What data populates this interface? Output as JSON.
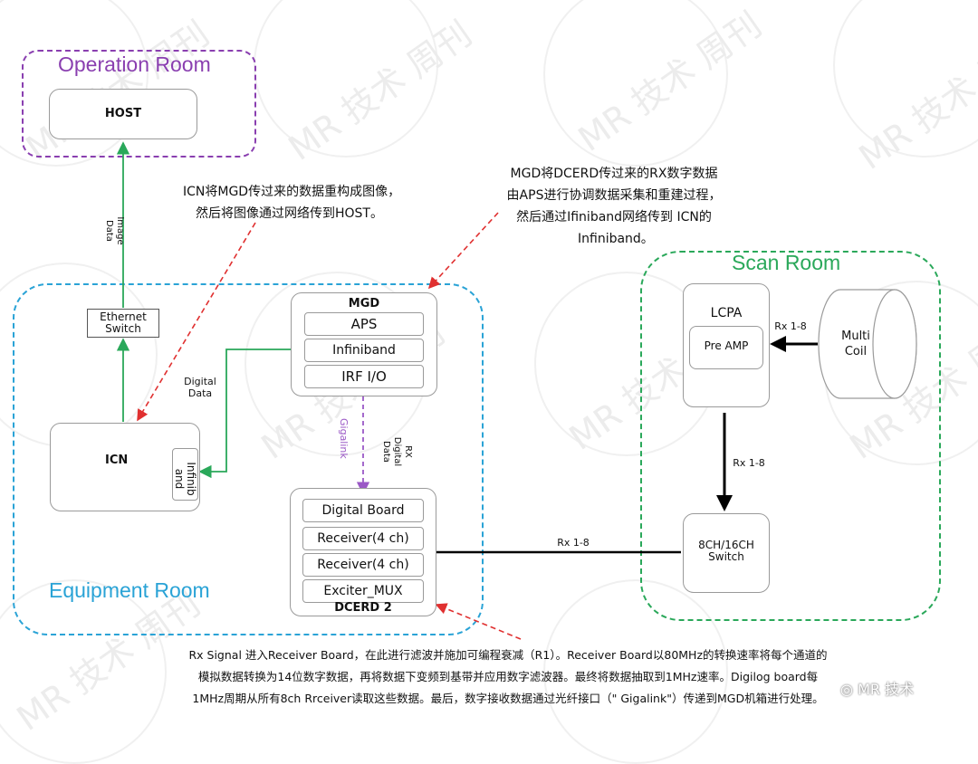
{
  "watermark": {
    "text": "MR 技术 周刊",
    "corner": "MR 技术"
  },
  "rooms": {
    "operation": {
      "title": "Operation Room",
      "color": "#8a3fb0"
    },
    "equipment": {
      "title": "Equipment Room",
      "color": "#2aa3d6"
    },
    "scan": {
      "title": "Scan Room",
      "color": "#2aa85a"
    }
  },
  "host": {
    "label": "HOST"
  },
  "ethernet_switch": {
    "line1": "Ethernet",
    "line2": "Switch"
  },
  "icn": {
    "label": "ICN",
    "port_line1": "Infinib",
    "port_line2": "and"
  },
  "mgd": {
    "title": "MGD",
    "items": [
      "APS",
      "Infiniband",
      "IRF  I/O"
    ]
  },
  "dcerd": {
    "title": "DCERD  2",
    "items": [
      "Digital Board",
      "Receiver(4 ch)",
      "Receiver(4 ch)",
      "Exciter_MUX"
    ]
  },
  "lcpa": {
    "title": "LCPA",
    "preamp": "Pre AMP"
  },
  "multicoil": {
    "line1": "Multi",
    "line2": "Coil"
  },
  "switch_8ch": {
    "line1": "8CH/16CH",
    "line2": "Switch"
  },
  "labels": {
    "image_data_1": "Image",
    "image_data_2": "Data",
    "digital_data_1": "Digital",
    "digital_data_2": "Data",
    "gigalink": "Gigalink",
    "rx_digital_1": "RX",
    "rx_digital_2": "Digital",
    "rx_digital_3": "Data",
    "rx_coil": "Rx 1-8",
    "rx_lcpa": "Rx 1-8",
    "rx_switch": "Rx 1-8"
  },
  "notes": {
    "icn_1": "ICN将MGD传过来的数据重构成图像，",
    "icn_2": "然后将图像通过网络传到HOST。",
    "mgd_1": "MGD将DCERD传过来的RX数字数据",
    "mgd_2": "由APS进行协调数据采集和重建过程，",
    "mgd_3": "然后通过Ifiniband网络传到 ICN的",
    "mgd_4": "Infiniband。",
    "bottom_1": "Rx Signal 进入Receiver Board，在此进行滤波并施加可编程衰减（R1）。Receiver Board以80MHz的转换速率将每个通道的",
    "bottom_2": "模拟数据转换为14位数字数据，再将数据下变频到基带并应用数字滤波器。最终将数据抽取到1MHz速率。Digilog board每",
    "bottom_3": "1MHz周期从所有8ch Rrceiver读取这些数据。最后，数字接收数据通过光纤接口（\" Gigalink\"）传递到MGD机箱进行处理。"
  },
  "colors": {
    "green_line": "#2aa85a",
    "purple_line": "#9b59c6",
    "red_arrow": "#e03030",
    "black_arrow": "#000000"
  }
}
